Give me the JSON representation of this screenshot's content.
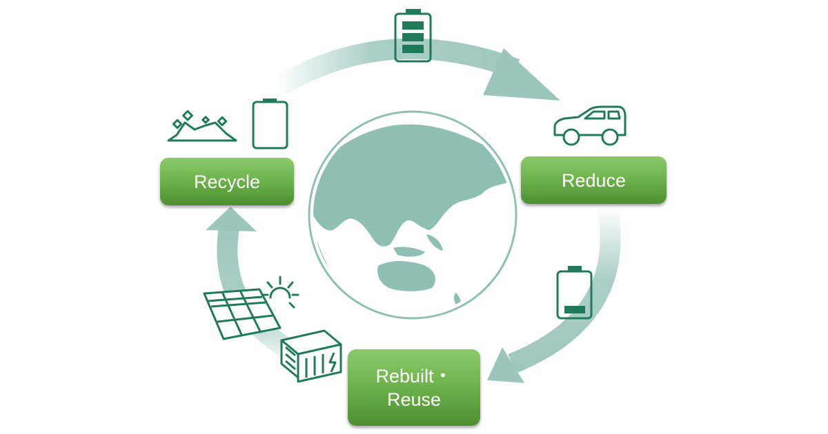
{
  "diagram": {
    "stages": {
      "recycle": {
        "label": "Recycle"
      },
      "reduce": {
        "label": "Reduce"
      },
      "reuse": {
        "label_line1": "Rebuilt・",
        "label_line2": "Reuse"
      }
    },
    "colors": {
      "icon_stroke": "#1f7a5a",
      "arrow": "#9cc6bc",
      "globe_land": "#8ebfb2",
      "globe_ocean": "#ffffff",
      "box_top": "#8cc96e",
      "box_bottom": "#4e8f32"
    },
    "icons": [
      "battery-full-icon",
      "battery-empty-icon",
      "battery-low-icon",
      "car-icon",
      "minerals-icon",
      "solar-panel-icon",
      "sun-icon",
      "energy-storage-icon",
      "globe-icon"
    ]
  }
}
